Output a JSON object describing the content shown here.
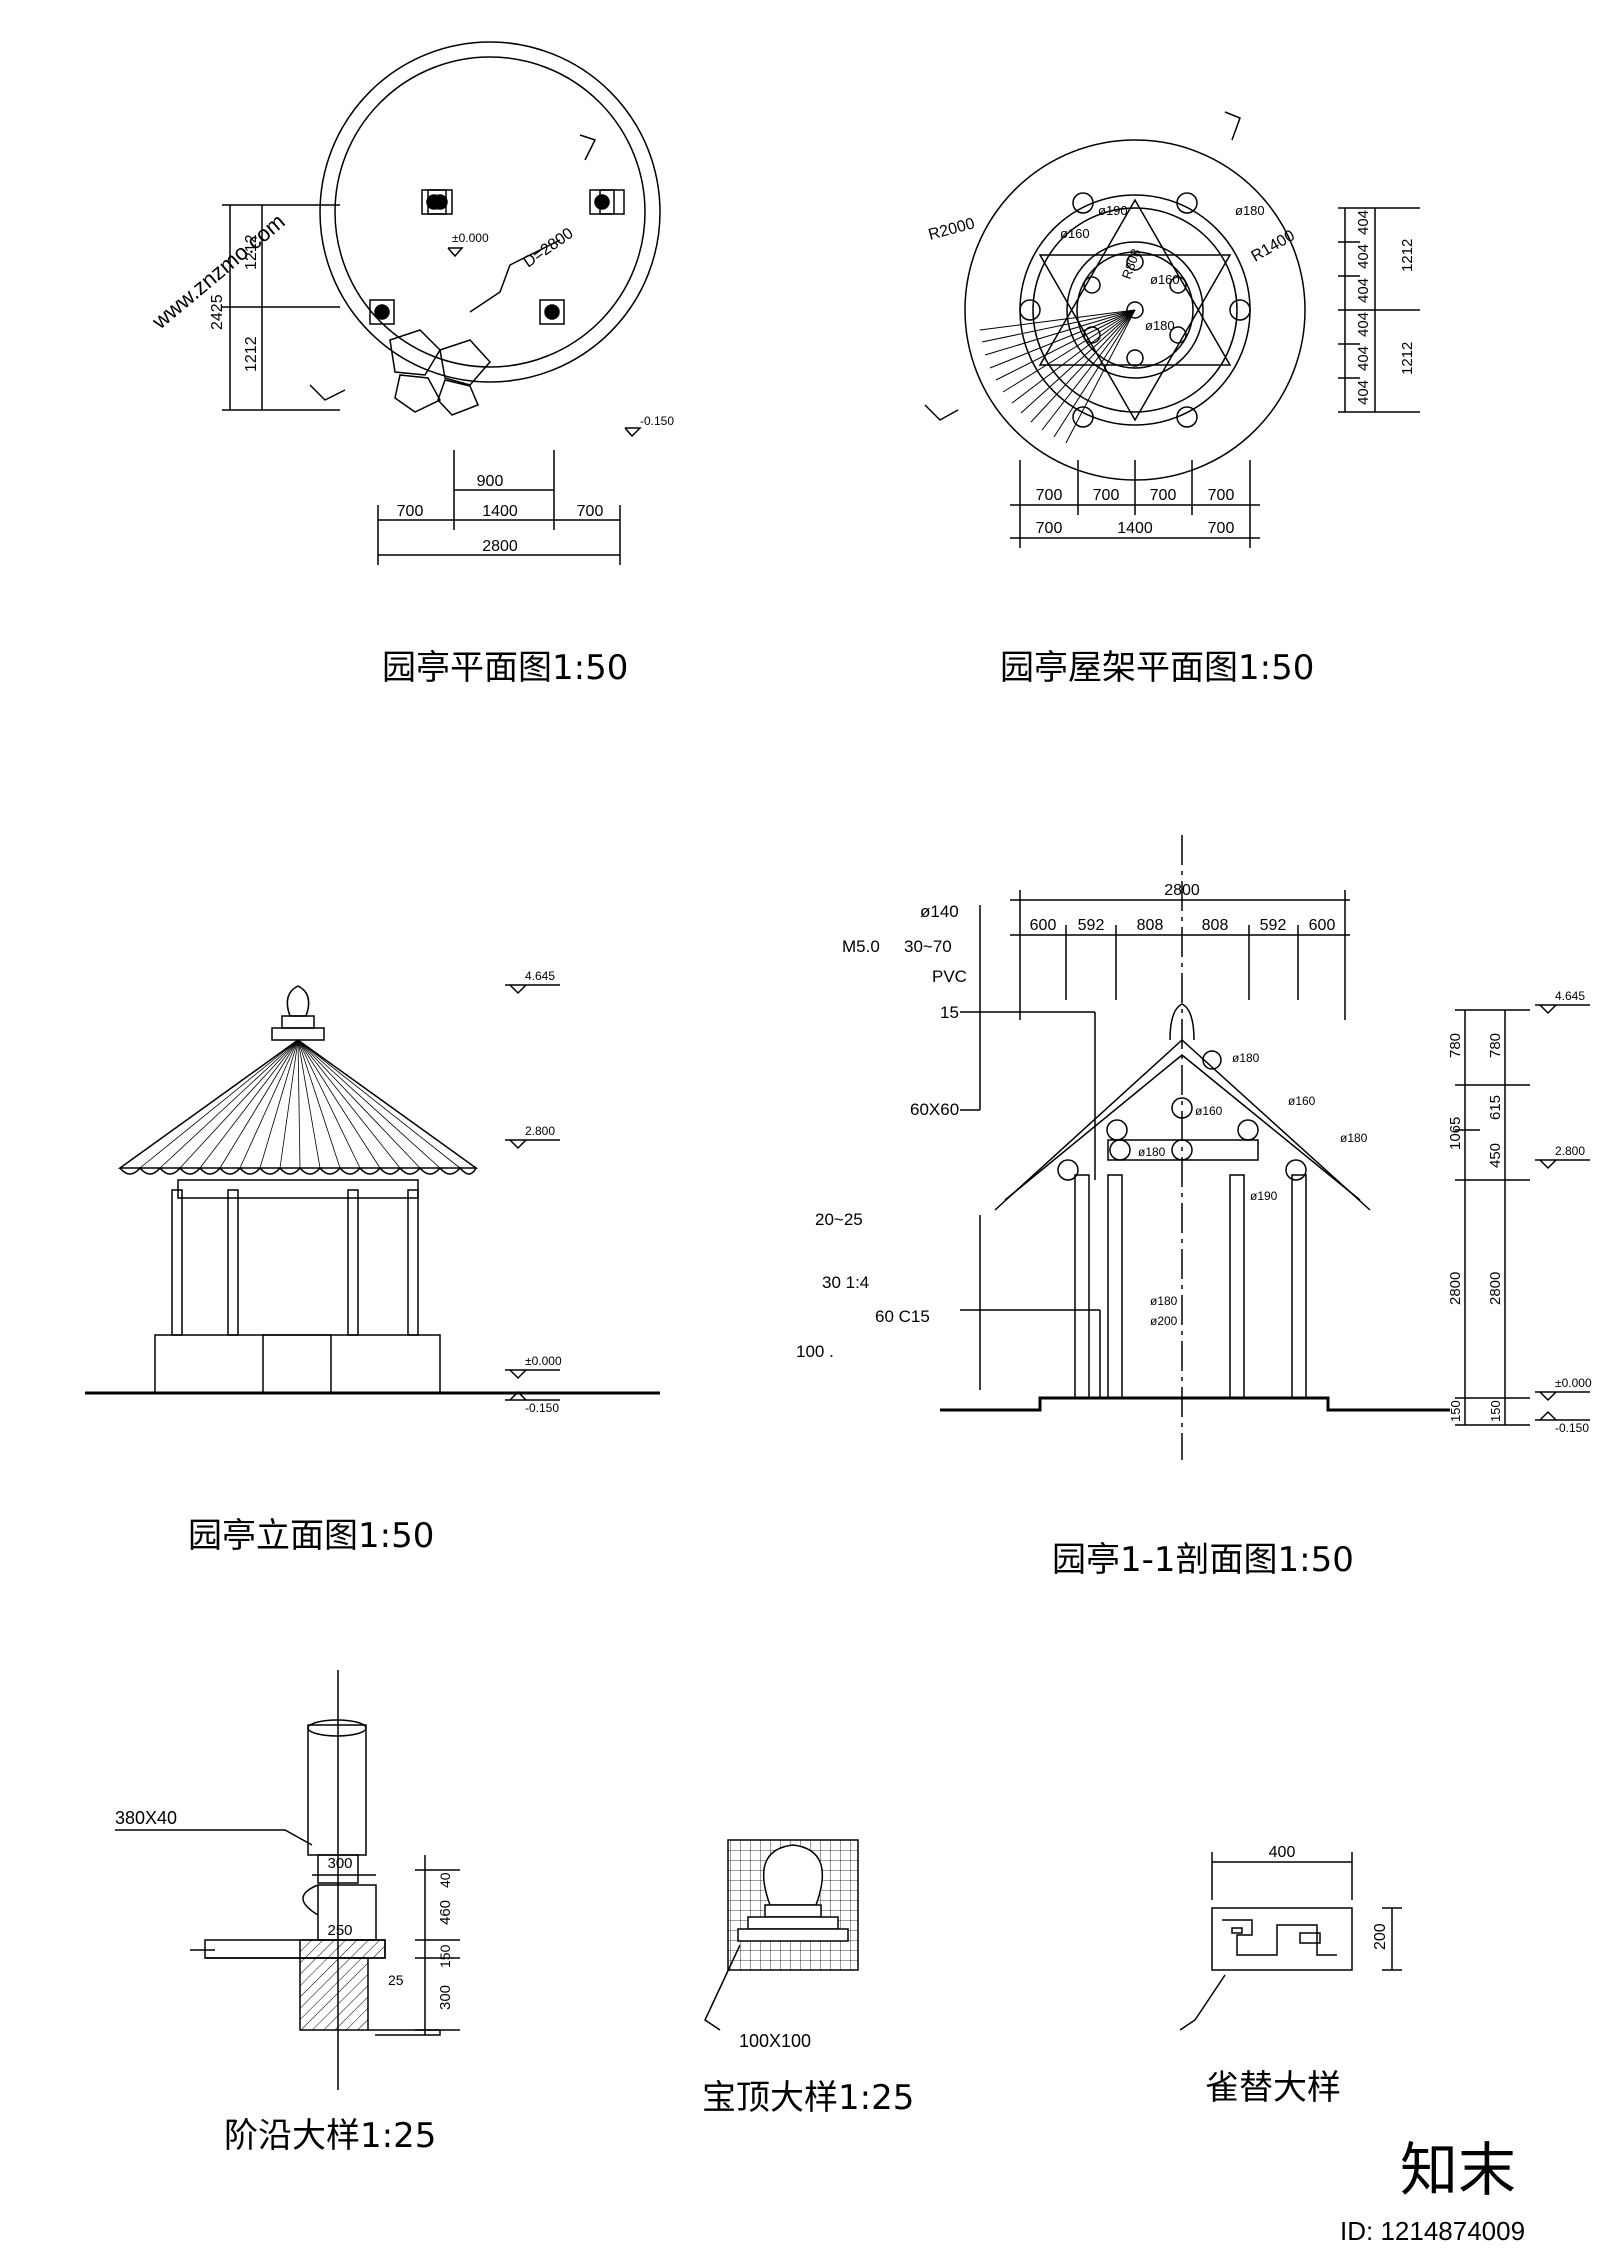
{
  "titles": {
    "plan": "园亭平面图1:50",
    "roof_plan": "园亭屋架平面图1:50",
    "elevation": "园亭立面图1:50",
    "section": "园亭1-1剖面图1:50",
    "step_detail": "阶沿大样1:25",
    "finial_detail": "宝顶大样1:25",
    "bracket_detail": "雀替大样"
  },
  "plan": {
    "level_top": "±0.000",
    "level_bottom": "-0.150",
    "diameter": "D=2800",
    "dim_left_total": "2425",
    "dim_left_a": "1212",
    "dim_left_b": "1212",
    "dim_inner": "900",
    "dim_row": [
      "700",
      "1400",
      "700"
    ],
    "dim_total": "2800"
  },
  "roof_plan": {
    "r_outer": "R2000",
    "r_inner": "R1400",
    "r_mid": "R808",
    "d190": "ø190",
    "d160a": "ø160",
    "d160b": "ø160",
    "d180a": "ø180",
    "d180b": "ø180",
    "dim_right_outer": [
      "404",
      "404",
      "404",
      "404",
      "404",
      "404"
    ],
    "dim_right_inner": [
      "1212",
      "1212"
    ],
    "dim_row1": [
      "700",
      "700",
      "700",
      "700"
    ],
    "dim_row2": [
      "700",
      "1400",
      "700"
    ]
  },
  "elevation": {
    "level_top": "4.645",
    "level_mid": "2.800",
    "level_ground": "±0.000",
    "level_bottom": "-0.150"
  },
  "section": {
    "dim_total": "2800",
    "dim_row": [
      "600",
      "592",
      "808",
      "808",
      "592",
      "600"
    ],
    "notes_top": [
      "ø140",
      "30~70",
      "PVC",
      "15",
      "60X60"
    ],
    "note_m50": "M5.0",
    "notes_bottom": [
      "20~25",
      "30  1:4",
      "60  C15",
      "100  ."
    ],
    "diameters": [
      "ø180",
      "ø160",
      "ø160",
      "ø180",
      "ø180",
      "ø190",
      "ø180",
      "ø200"
    ],
    "dim_right_a": [
      "780",
      "615",
      "450",
      "2800",
      "150"
    ],
    "dim_right_b": [
      "780",
      "1065",
      "2800",
      "150"
    ],
    "level_top": "4.645",
    "level_mid": "2.800",
    "level_ground": "±0.000",
    "level_bottom": "-0.150"
  },
  "step": {
    "label": "380X40",
    "dims": [
      "300",
      "250",
      "25"
    ],
    "vdims": [
      "40",
      "460",
      "150",
      "300"
    ]
  },
  "finial": {
    "label": "100X100"
  },
  "bracket": {
    "w": "400",
    "h": "200"
  },
  "watermark": {
    "text": "知末",
    "id": "ID: 1214874009",
    "site": "www.znzmo.com"
  }
}
